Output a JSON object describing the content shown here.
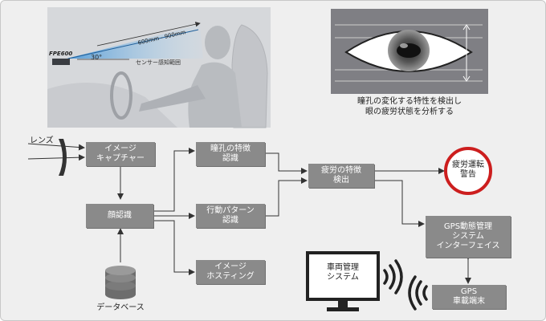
{
  "colors": {
    "box": "#8a8a8a",
    "line": "#333333",
    "alert_ring": "#cc1e1e",
    "beam": "#5aa6e0",
    "panel": "#d9dadc",
    "eye_panel": "#7f7f84"
  },
  "photo": {
    "device_label": "FPE600",
    "distance_label": "600mm - 900mm",
    "angle_label": "30°",
    "range_label": "センサー感知範囲"
  },
  "eye_caption": {
    "line1": "瞳孔の変化する特性を検出し",
    "line2": "眼の疲労状態を分析する"
  },
  "lens_label": "レンズ",
  "boxes": {
    "image_capture": {
      "line1": "イメージ",
      "line2": "キャプチャー"
    },
    "face_recog": {
      "line1": "顔認識"
    },
    "pupil_feature": {
      "line1": "瞳孔の特徴",
      "line2": "認識"
    },
    "behavior_pattern": {
      "line1": "行動パターン",
      "line2": "認識"
    },
    "image_hosting": {
      "line1": "イメージ",
      "line2": "ホスティング"
    },
    "fatigue_detect": {
      "line1": "疲労の特徴",
      "line2": "検出"
    },
    "gps_interface": {
      "line1": "GPS動態管理",
      "line2": "システム",
      "line3": "インターフェイス"
    },
    "gps_terminal": {
      "line1": "GPS",
      "line2": "車載端末"
    }
  },
  "alert": {
    "line1": "疲労運転",
    "line2": "警告"
  },
  "database_label": "データベース",
  "monitor": {
    "line1": "車両管理",
    "line2": "システム"
  }
}
